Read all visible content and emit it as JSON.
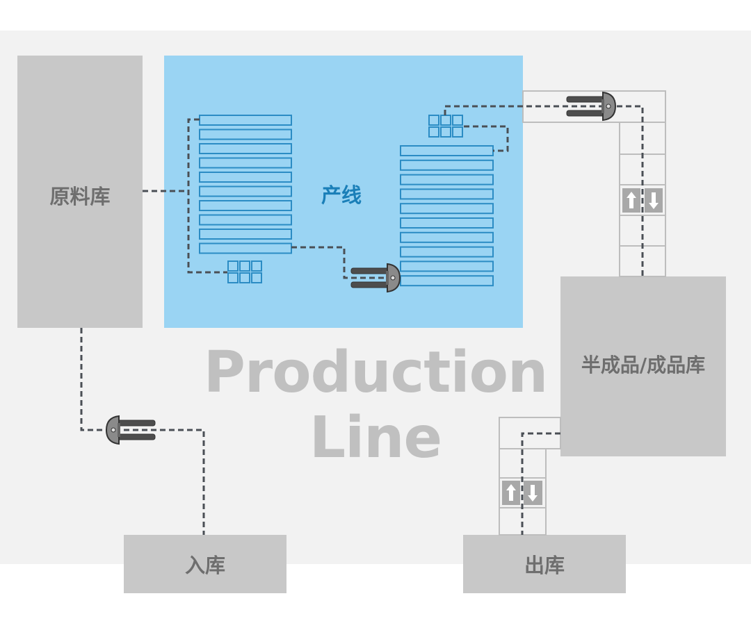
{
  "zones": {
    "raw_material": "原料库",
    "production_line": "产线",
    "finished_goods": "半成品/成品库",
    "inbound": "入库",
    "outbound": "出库"
  },
  "title": {
    "line1": "Production",
    "line2": "Line"
  },
  "colors": {
    "floor": "#f2f2f2",
    "zone_gray": "#c8c8c8",
    "zone_text": "#6e6e6e",
    "production_area": "#9ad4f3",
    "production_text": "#1a7fb8",
    "rack_stroke": "#2b8cc4",
    "path": "#4a4f55",
    "forklift": "#4d4d4d",
    "conveyor": "#bdbdbd"
  },
  "racks": {
    "left_rows": 10,
    "right_rows": 10
  },
  "icons": {
    "forklift": "forklift-agv-icon",
    "lift_up": "arrow-up-icon",
    "lift_down": "arrow-down-icon"
  },
  "forklift_count": 3
}
